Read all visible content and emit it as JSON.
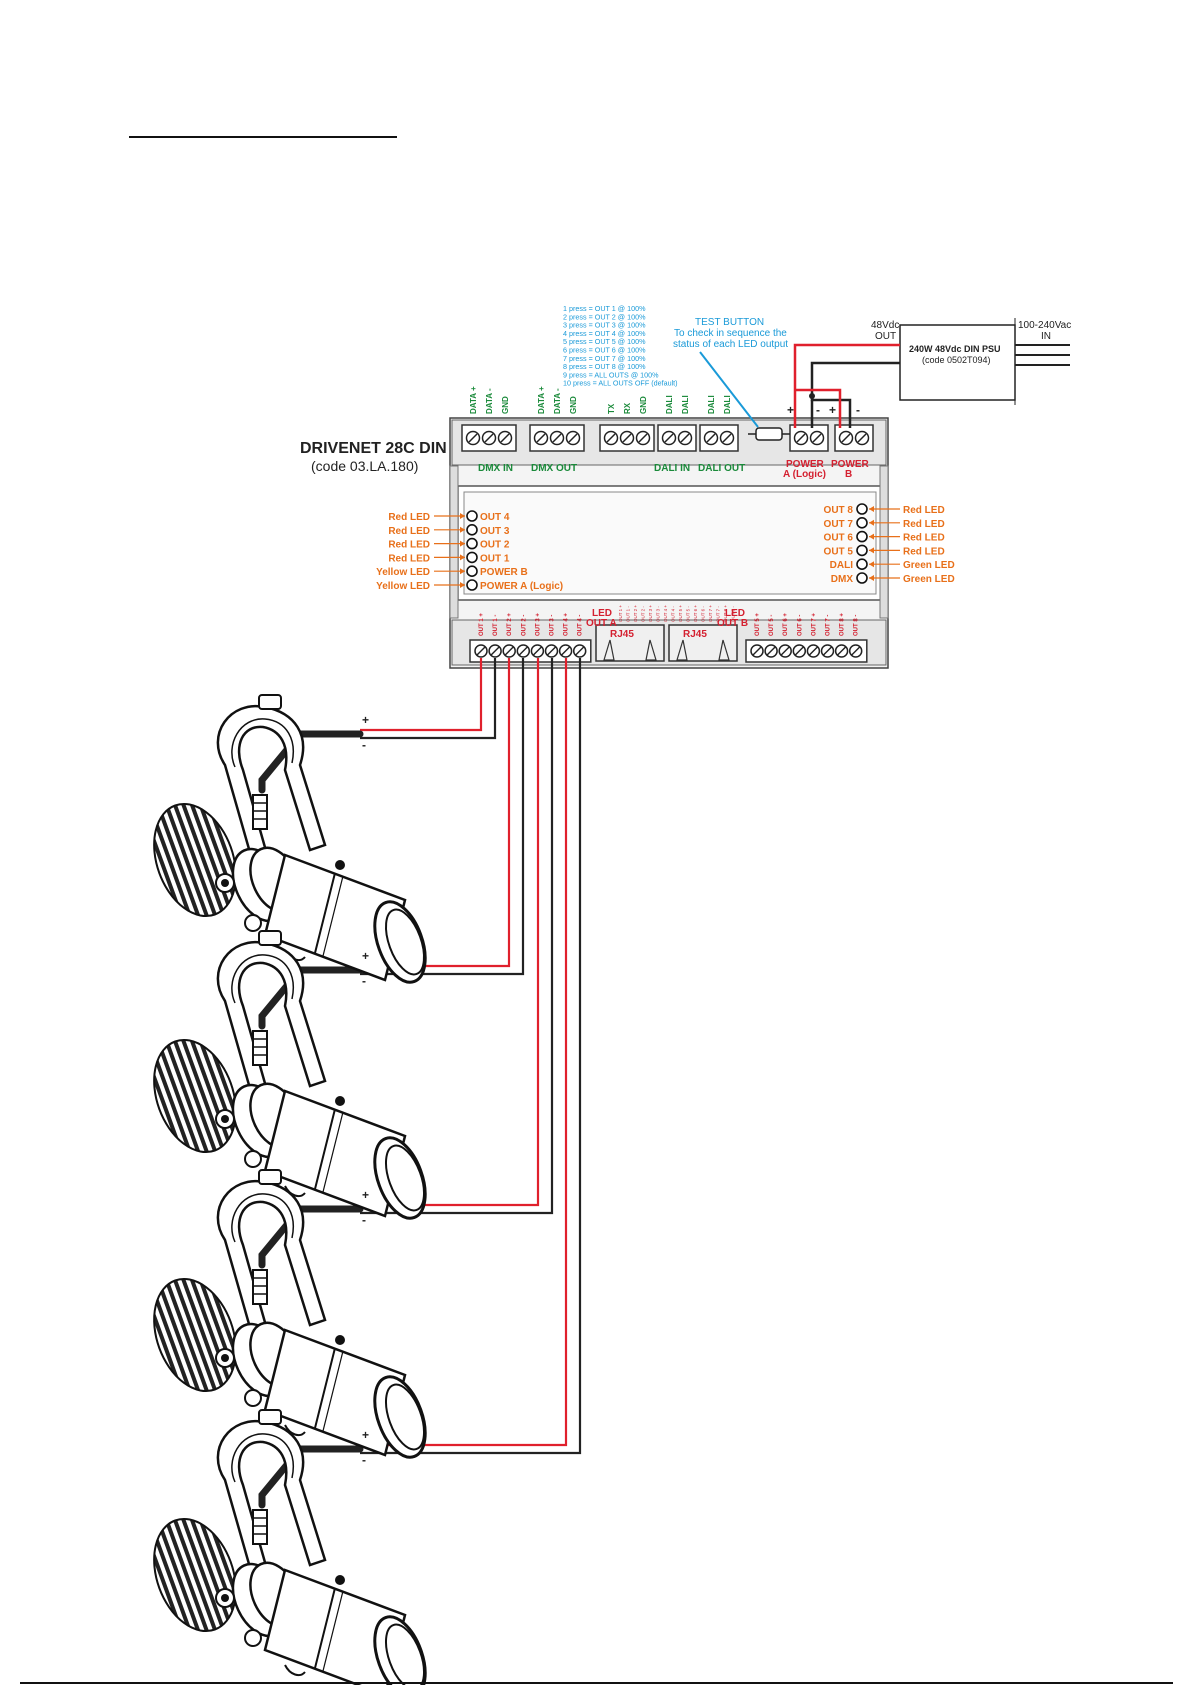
{
  "device": {
    "title": "DRIVENET 28C DIN",
    "code": "(code 03.LA.180)"
  },
  "top_terminals": [
    "DATA +",
    "DATA -",
    "GND",
    "DATA +",
    "DATA -",
    "GND",
    "TX",
    "RX",
    "GND",
    "DALI",
    "DALI",
    "DALI",
    "DALI"
  ],
  "group_labels": {
    "dmx_in": "DMX IN",
    "dmx_out": "DMX OUT",
    "dali_in": "DALI IN",
    "dali_out": "DALI OUT",
    "power_a": [
      "POWER",
      "A (Logic)"
    ],
    "power_b": [
      "POWER",
      "B"
    ],
    "led_out_a": [
      "LED",
      "OUT A"
    ],
    "led_out_b": [
      "LED",
      "OUT B"
    ],
    "rj45": "RJ45"
  },
  "polarity": {
    "plus": "+",
    "minus": "-"
  },
  "test_presses": [
    "1 press = OUT 1 @ 100%",
    "2 press = OUT 2 @ 100%",
    "3 press = OUT 3 @ 100%",
    "4 press = OUT 4 @ 100%",
    "5 press = OUT 5 @ 100%",
    "6 press = OUT 6 @ 100%",
    "7 press = OUT 7 @ 100%",
    "8 press = OUT 8 @ 100%",
    "9 press = ALL OUTS @ 100%",
    "10 press = ALL OUTS OFF (default)"
  ],
  "test_button": [
    "TEST BUTTON",
    "To check in sequence the",
    "status of each LED output"
  ],
  "psu": {
    "title": "240W 48Vdc DIN PSU",
    "code": "(code 0502T094)",
    "out_label": [
      "48Vdc",
      "OUT"
    ],
    "in_label": [
      "100-240Vac",
      "IN"
    ]
  },
  "left_indicators": [
    {
      "out": "OUT 4",
      "led": "Red LED"
    },
    {
      "out": "OUT 3",
      "led": "Red LED"
    },
    {
      "out": "OUT 2",
      "led": "Red LED"
    },
    {
      "out": "OUT 1",
      "led": "Red LED"
    },
    {
      "out": "POWER  B",
      "led": "Yellow LED"
    },
    {
      "out": "POWER  A (Logic)",
      "led": "Yellow LED"
    }
  ],
  "right_indicators": [
    {
      "out": "OUT 8",
      "led": "Red LED"
    },
    {
      "out": "OUT 7",
      "led": "Red LED"
    },
    {
      "out": "OUT 6",
      "led": "Red LED"
    },
    {
      "out": "OUT 5",
      "led": "Red LED"
    },
    {
      "out": "DALI",
      "led": "Green LED"
    },
    {
      "out": "DMX",
      "led": "Green LED"
    }
  ],
  "bottom_terminals_a": [
    "OUT 1 +",
    "OUT 1 -",
    "OUT 2 +",
    "OUT 2 -",
    "OUT 3 +",
    "OUT 3 -",
    "OUT 4 +",
    "OUT 4 -"
  ],
  "bottom_terminals_b": [
    "OUT 5 +",
    "OUT 5 -",
    "OUT 6 +",
    "OUT 6 -",
    "OUT 7 +",
    "OUT 7 -",
    "OUT 8 +",
    "OUT 8 -"
  ],
  "colors": {
    "orange": "#e8701a",
    "green": "#1a8a3a",
    "red": "#d42030",
    "blue": "#1a9ad8",
    "wire_red": "#e0202c",
    "wire_black": "#222222"
  }
}
